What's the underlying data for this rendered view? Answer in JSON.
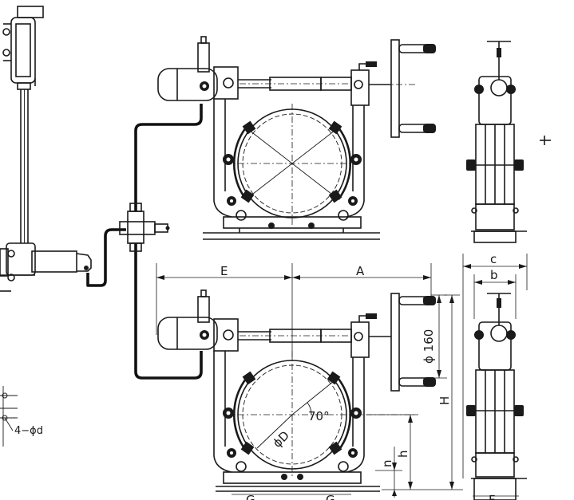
{
  "labels": {
    "E": "E",
    "A": "A",
    "c": "c",
    "b": "b",
    "phi160": "ϕ 160",
    "H": "H",
    "h": "h",
    "n": "n",
    "angle70": "70°",
    "phiD": "ϕD",
    "holes": "4−ϕd",
    "G_left": "G",
    "G_right": "G",
    "F": "F"
  }
}
